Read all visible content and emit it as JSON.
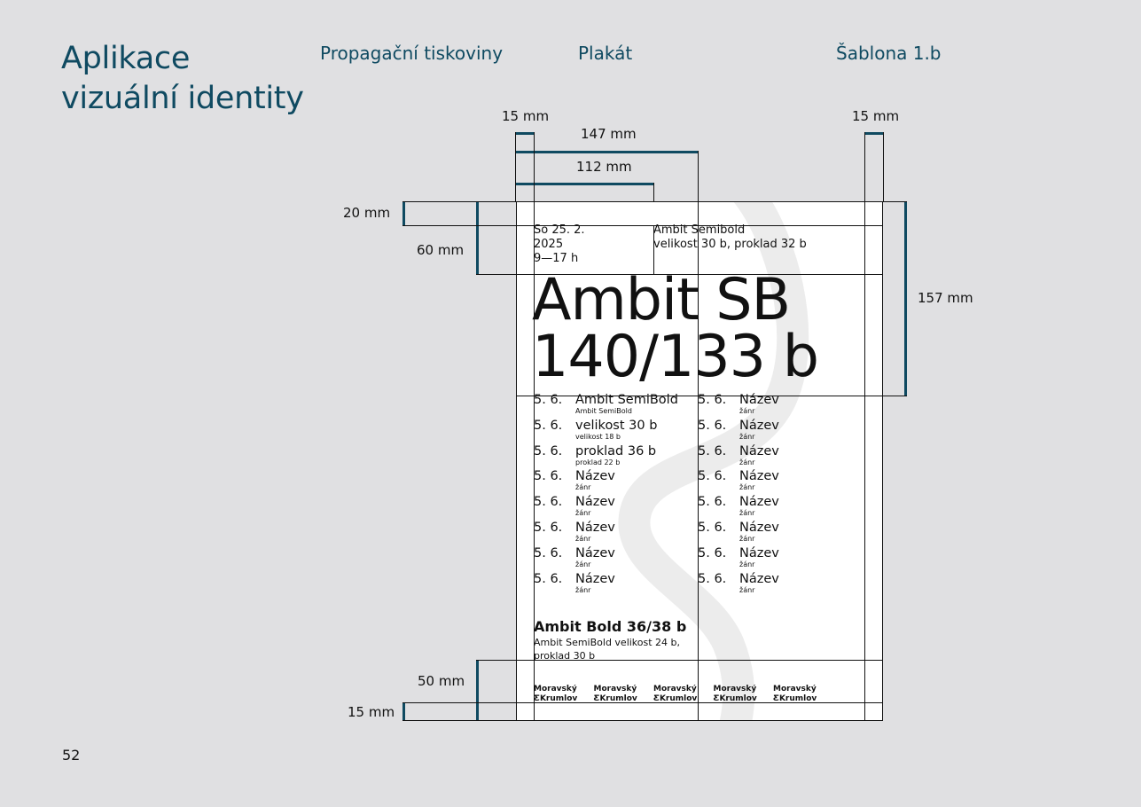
{
  "header": {
    "title_line1": "Aplikace",
    "title_line2": "vizuální identity",
    "section": "Propagační tiskoviny",
    "subsection": "Plakát",
    "template": "Šablona 1.b"
  },
  "dimensions": {
    "margin_left": "15 mm",
    "margin_right": "15 mm",
    "width_147": "147 mm",
    "width_112": "112 mm",
    "top_20": "20 mm",
    "top_60": "60 mm",
    "height_157": "157 mm",
    "bottom_50": "50 mm",
    "bottom_15": "15 mm"
  },
  "poster": {
    "date_line1": "So 25. 2.",
    "date_line2": "2025",
    "date_line3": "9—17 h",
    "font_note_line1": "Ambit Semibold",
    "font_note_line2": "velikost 30 b, proklad 32 b",
    "headline_line1": "Ambit SB",
    "headline_line2": "140/133 b",
    "program_left": [
      {
        "date": "5. 6.",
        "title": "Ambit SemiBold",
        "sub": "Ambit SemiBold"
      },
      {
        "date": "5. 6.",
        "title": "velikost 30 b",
        "sub": "velikost 18 b"
      },
      {
        "date": "5. 6.",
        "title": "proklad 36 b",
        "sub": "proklad 22 b"
      },
      {
        "date": "5. 6.",
        "title": "Název",
        "sub": "žánr"
      },
      {
        "date": "5. 6.",
        "title": "Název",
        "sub": "žánr"
      },
      {
        "date": "5. 6.",
        "title": "Název",
        "sub": "žánr"
      },
      {
        "date": "5. 6.",
        "title": "Název",
        "sub": "žánr"
      },
      {
        "date": "5. 6.",
        "title": "Název",
        "sub": "žánr"
      }
    ],
    "program_right": [
      {
        "date": "5. 6.",
        "title": "Název",
        "sub": "žánr"
      },
      {
        "date": "5. 6.",
        "title": "Název",
        "sub": "žánr"
      },
      {
        "date": "5. 6.",
        "title": "Název",
        "sub": "žánr"
      },
      {
        "date": "5. 6.",
        "title": "Název",
        "sub": "žánr"
      },
      {
        "date": "5. 6.",
        "title": "Název",
        "sub": "žánr"
      },
      {
        "date": "5. 6.",
        "title": "Název",
        "sub": "žánr"
      },
      {
        "date": "5. 6.",
        "title": "Název",
        "sub": "žánr"
      },
      {
        "date": "5. 6.",
        "title": "Název",
        "sub": "žánr"
      }
    ],
    "footer_title": "Ambit Bold 36/38 b",
    "footer_note_line1": "Ambit SemiBold velikost 24 b,",
    "footer_note_line2": "proklad 30 b",
    "logos": [
      {
        "line1": "Moravský",
        "line2": "Krumlov"
      },
      {
        "line1": "Moravský",
        "line2": "Krumlov"
      },
      {
        "line1": "Moravský",
        "line2": "Krumlov"
      },
      {
        "line1": "Moravský",
        "line2": "Krumlov"
      },
      {
        "line1": "Moravský",
        "line2": "Krumlov"
      }
    ]
  },
  "page_number": "52",
  "colors": {
    "accent": "#0f4a61",
    "background": "#e0e0e2"
  }
}
